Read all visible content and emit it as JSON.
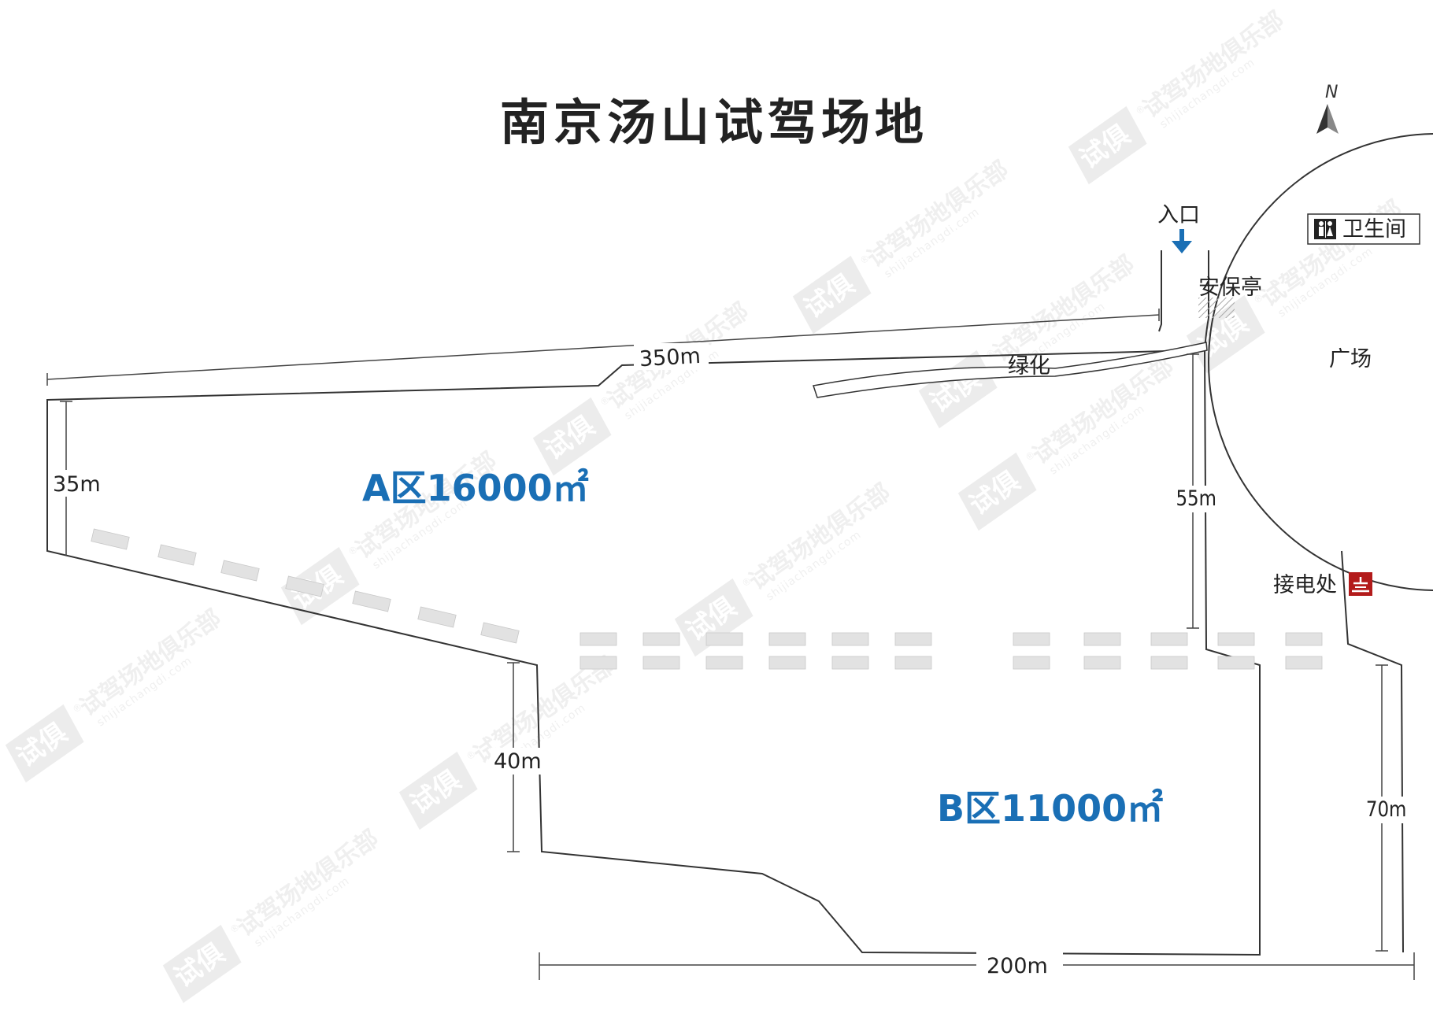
{
  "title": "南京汤山试驾场地",
  "north": "N",
  "entrance": "入口",
  "security_booth": "安保亭",
  "green_belt": "绿化",
  "plaza": "广场",
  "restroom": "卫生间",
  "power_point": "接电处",
  "zone_a": "A区16000㎡",
  "zone_b": "B区11000㎡",
  "dimensions": {
    "top_length": "350m",
    "left_width": "35m",
    "right_height_a": "55m",
    "left_height_b": "40m",
    "right_height_b": "70m",
    "bottom_length": "200m"
  },
  "watermark": {
    "text": "试驾场地俱乐部",
    "url": "shijiachangdi.com",
    "logo": "试俱",
    "reg": "®"
  },
  "colors": {
    "zone_text": "#1a6fb5",
    "entrance_arrow": "#1a6fb5",
    "power_icon": "#b31b1b",
    "outline": "#333333",
    "dashes": "#e2e2e2"
  }
}
